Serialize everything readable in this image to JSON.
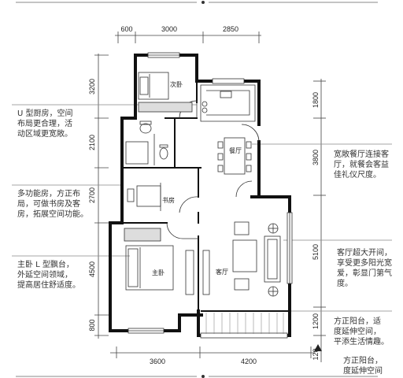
{
  "dimensions": {
    "top": [
      "600",
      "3000",
      "2850"
    ],
    "left": [
      "3200",
      "2100",
      "2700",
      "4500",
      "800"
    ],
    "right": [
      "1800",
      "3800",
      "5100",
      "1200",
      "120"
    ],
    "bottom": [
      "3600",
      "4200"
    ]
  },
  "rooms": {
    "secondary_bedroom": "次卧",
    "dining": "餐厅",
    "study": "书房",
    "master_bedroom": "主卧",
    "living": "客厅"
  },
  "annotations": {
    "kitchen": "U 型厨房，空间\n布局更合理，活\n动区域更宽敞。",
    "multifunction": "多功能房，方正布\n局，可做书房及客\n房，拓展空间功能。",
    "master": "主卧 L 型飘台，\n外延空间领域，\n提高居住舒适度。",
    "dining": "宽敞餐厅连接客\n厅，就餐会客益\n佳礼仪尺度。",
    "living": "客厅超大开间，\n享受更多阳光宽\n爱，彰显门第气\n度。",
    "balcony_right": "方正阳台，适\n度延伸空间，\n平添生活情趣。",
    "balcony_bottom": "方正阳台，\n度延伸空间"
  },
  "colors": {
    "wall": "#111111",
    "line": "#555555",
    "guide": "#888888"
  }
}
